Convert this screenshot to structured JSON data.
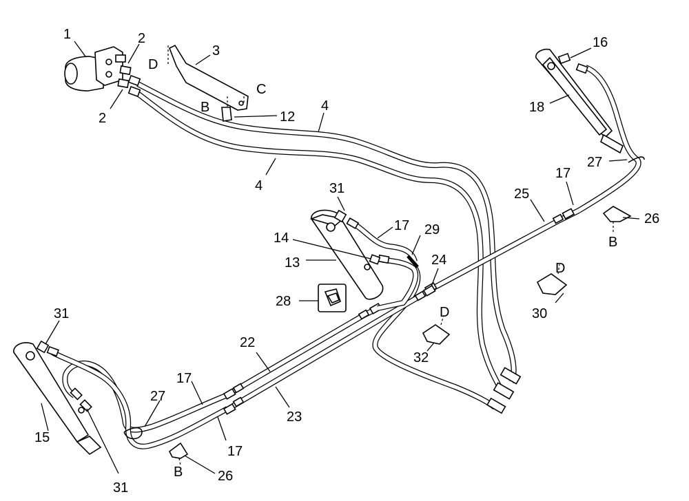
{
  "callouts": {
    "c1": "1",
    "c2a": "2",
    "c2b": "2",
    "c3": "3",
    "c4a": "4",
    "c4b": "4",
    "c12": "12",
    "c13": "13",
    "c14": "14",
    "c15": "15",
    "c16": "16",
    "c17a": "17",
    "c17b": "17",
    "c17c": "17",
    "c17d": "17",
    "c18": "18",
    "c22": "22",
    "c23": "23",
    "c24": "24",
    "c25": "25",
    "c26a": "26",
    "c26b": "26",
    "c27a": "27",
    "c27b": "27",
    "c28": "28",
    "c29": "29",
    "c30": "30",
    "c31a": "31",
    "c31b": "31",
    "c31c": "31",
    "c32": "32"
  },
  "refs": {
    "bracket3_d": "D",
    "bracket3_c": "C",
    "clip12_b": "B",
    "clip26_right_b": "B",
    "clip30_d": "D",
    "clip32_d": "D",
    "clip26_bottom_b": "B"
  }
}
